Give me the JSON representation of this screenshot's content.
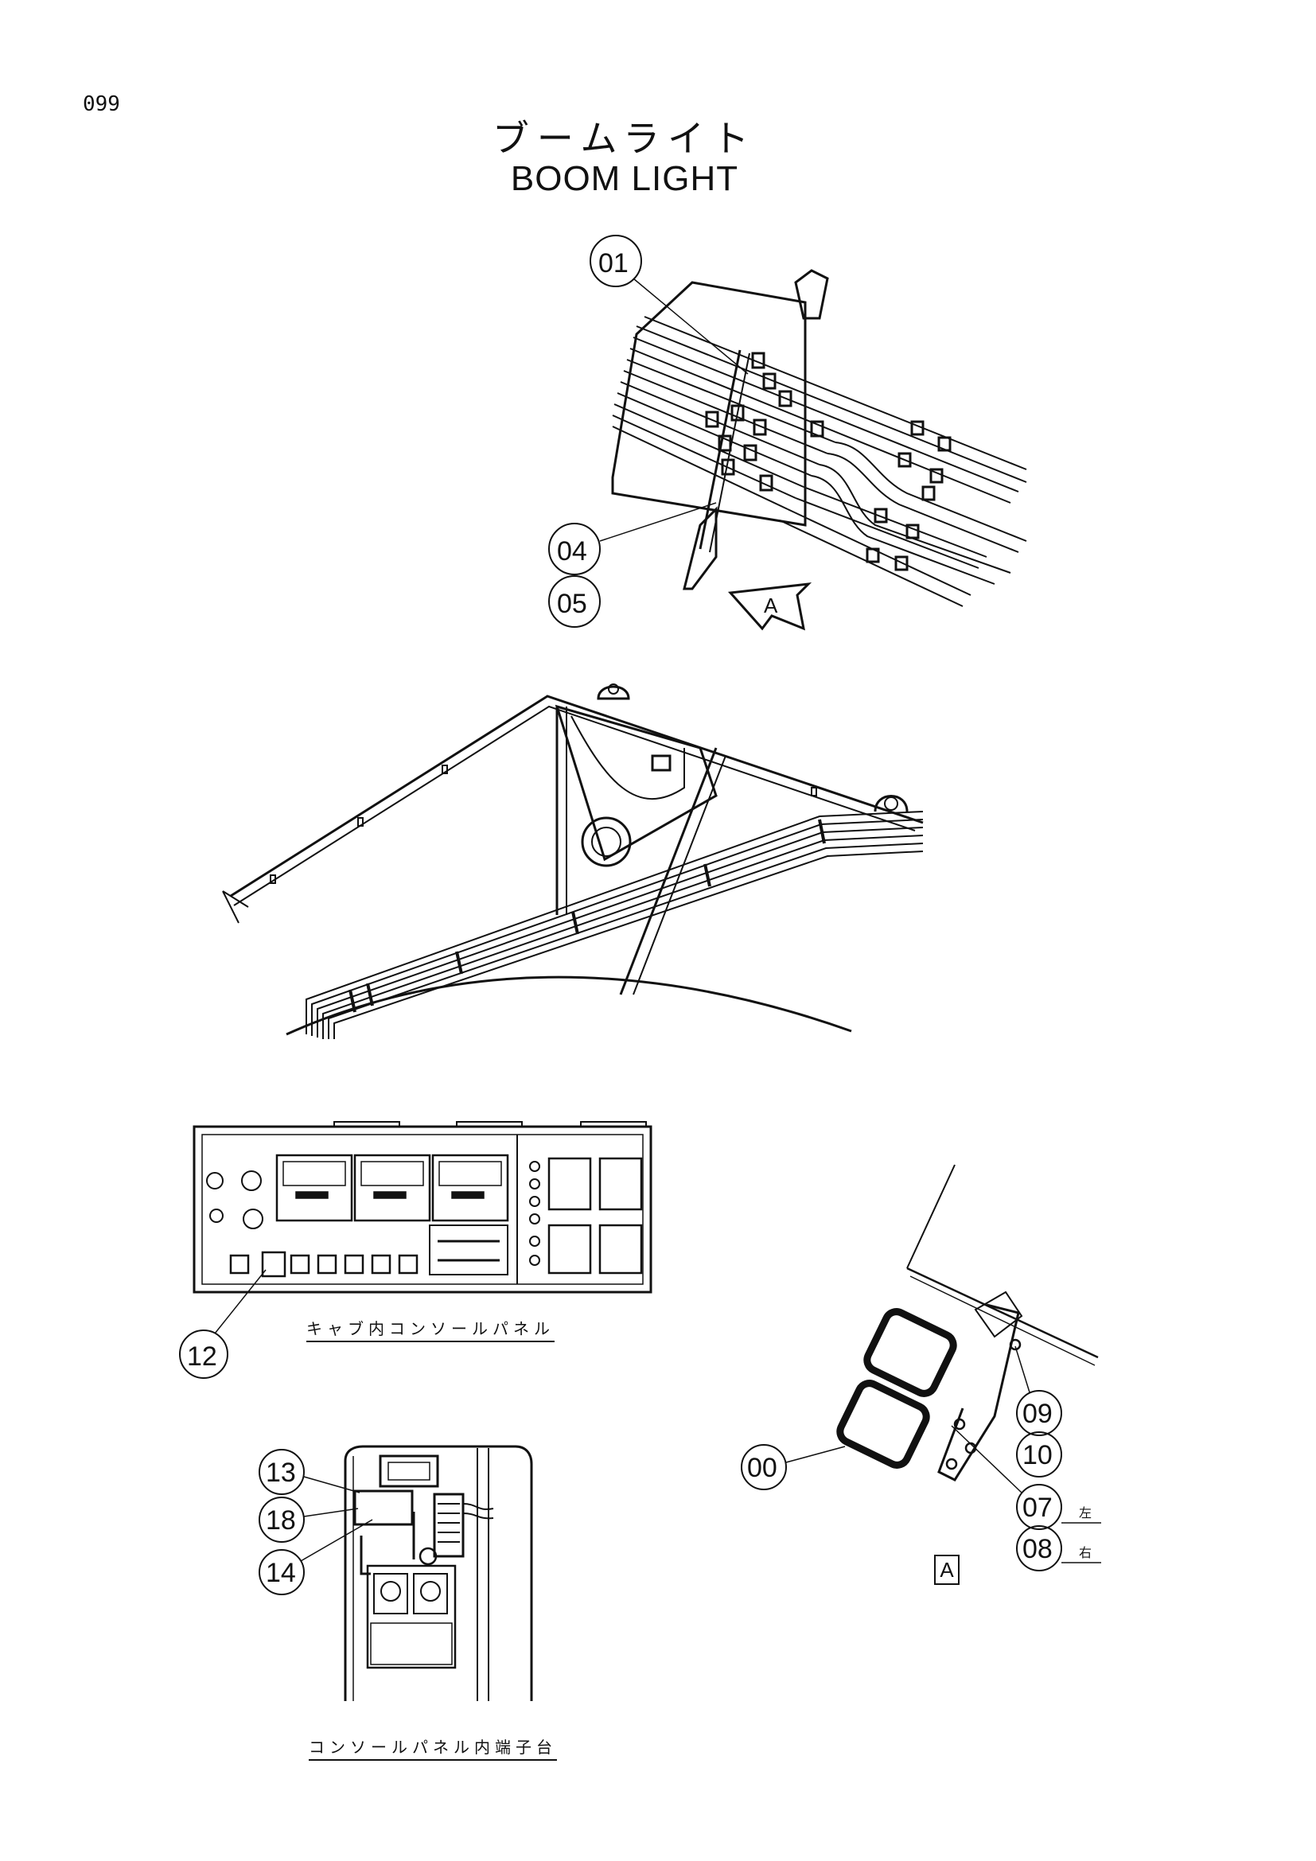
{
  "page_number": "099",
  "title": {
    "japanese": "ブームライト",
    "english": "BOOM LIGHT"
  },
  "callouts": [
    "01",
    "04",
    "05",
    "12",
    "13",
    "18",
    "14",
    "00",
    "09",
    "10",
    "07",
    "08"
  ],
  "view_arrow_label": "A",
  "view_label": "A",
  "captions": {
    "console_panel": "キャブ内コンソールパネル",
    "terminal_block": "コンソールパネル内端子台"
  },
  "side_labels": {
    "left": "左",
    "right": "右"
  }
}
